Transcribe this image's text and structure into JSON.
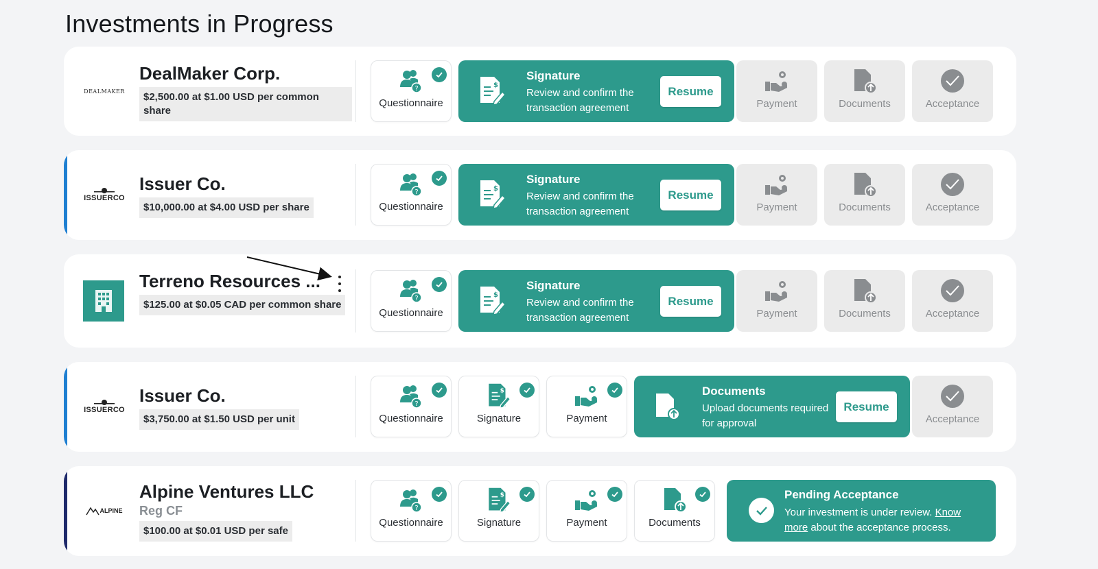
{
  "page": {
    "title": "Investments in Progress"
  },
  "colors": {
    "accent": "#2d9a8c",
    "card_bg": "#ffffff",
    "page_bg": "#f3f4f6",
    "blue_accent": "#1f7fd1",
    "navy_accent": "#1f2a6b"
  },
  "steps_labels": {
    "questionnaire": "Questionnaire",
    "signature": "Signature",
    "payment": "Payment",
    "documents": "Documents",
    "acceptance": "Acceptance"
  },
  "investments": [
    {
      "company": "DealMaker Corp.",
      "logo_text": "DEALMAKER",
      "price": "$2,500.00 at $1.00 USD per common share",
      "active": {
        "title": "Signature",
        "desc": "Review and confirm the transaction agreement",
        "button": "Resume"
      }
    },
    {
      "company": "Issuer Co.",
      "logo_text": "ISSUERCO",
      "price": "$10,000.00 at $4.00 USD per share",
      "active": {
        "title": "Signature",
        "desc": "Review and confirm the transaction agreement",
        "button": "Resume"
      }
    },
    {
      "company": "Terreno Resources ...",
      "logo_icon": "building-icon",
      "price": "$125.00 at $0.05 CAD per common share",
      "active": {
        "title": "Signature",
        "desc": "Review and confirm the transaction agreement",
        "button": "Resume"
      }
    },
    {
      "company": "Issuer Co.",
      "logo_text": "ISSUERCO",
      "price": "$3,750.00 at $1.50 USD per unit",
      "active": {
        "title": "Documents",
        "desc": "Upload documents required for approval",
        "button": "Resume"
      }
    },
    {
      "company": "Alpine Ventures LLC",
      "logo_text": "ALPINE",
      "reg": "Reg CF",
      "price": "$100.00 at $0.01 USD per safe",
      "active": {
        "title": "Pending Acceptance",
        "desc_before": "Your investment is under review. ",
        "link": "Know more",
        "desc_after": " about the acceptance process."
      }
    }
  ]
}
